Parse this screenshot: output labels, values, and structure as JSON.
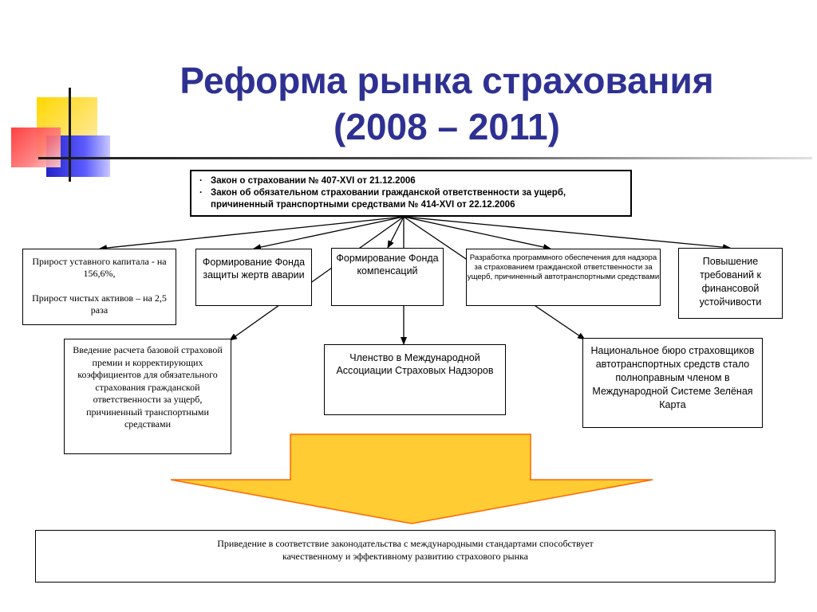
{
  "title": {
    "line1": "Реформа рынка страхования",
    "line2": "(2008 – 2011)"
  },
  "colors": {
    "title": "#2e3192",
    "deco_yellow": "#ffcc00",
    "deco_blue": "#2b2bd6",
    "deco_red": "#ff4040",
    "arrow_fill": "#ffcc33",
    "arrow_stroke": "#ff6600"
  },
  "laws": {
    "bullet": "·",
    "items": [
      "Закон о страховании № 407-XVI от 21.12.2006",
      "Закон об обязательном страховании гражданской ответственности за ущерб, причиненный  транспортными средствами № 414-XVI от 22.12.2006"
    ]
  },
  "boxes": {
    "capital": {
      "line1": "Прирост уставного капитала - на 156,6%,",
      "line2": "Прирост чистых активов – на 2,5 раза"
    },
    "victims": "Формирование Фонда защиты жертв аварии",
    "compensation": "Формирование Фонда компенсаций",
    "software": "Разработка программного обеспечения для надзора за страхованием гражданской ответственности за ущерб, причиненный автотранспортными средствами",
    "requirements": "Повышение требований к финансовой устойчивости",
    "premium": "Введение расчета базовой страховой премии и корректирующих коэффициентов для обязательного страхования гражданской ответственности за ущерб, причиненный транспортными средствами",
    "iais": "Членство  в Международной Ассоциации Страховых Надзоров",
    "bureau": "Национальное бюро страховщиков автотранспортных средств стало полноправным членом в Международной Системе Зелёная Карта"
  },
  "conclusion": {
    "line1": "Приведение в соответствие законодательства с международными стандартами способствует",
    "line2": "качественному  и эффективному развитию  страхового рынка"
  }
}
